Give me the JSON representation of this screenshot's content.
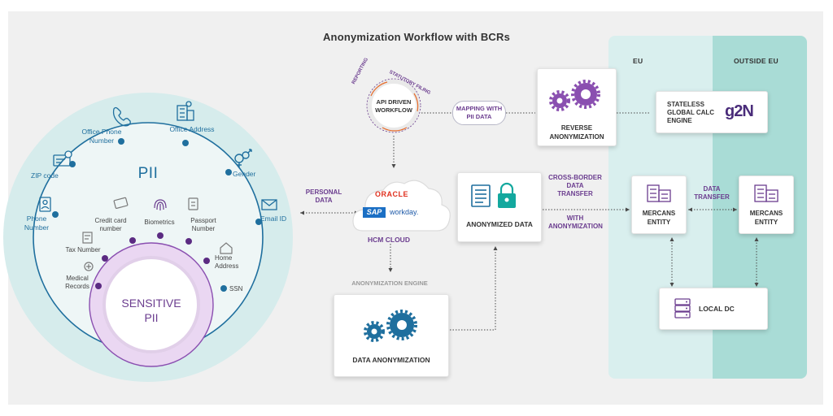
{
  "title": "Anonymization Workflow with BCRs",
  "regions": {
    "eu": "EU",
    "outside_eu": "OUTSIDE EU"
  },
  "pii": {
    "title": "PII",
    "items": {
      "office_phone": "Office Phone Number",
      "office_address": "Office Address",
      "zip_code": "ZIP code",
      "gender": "Gender",
      "phone_number": "Phone Number",
      "email_id": "Email ID"
    }
  },
  "sensitive_pii": {
    "title": "SENSITIVE PII",
    "items": {
      "credit_card": "Credit card number",
      "biometrics": "Biometrics",
      "passport": "Passport Number",
      "tax_number": "Tax Number",
      "home_address": "Home Address",
      "medical_records": "Medical Records",
      "ssn": "SSN"
    }
  },
  "api_workflow": {
    "label": "API DRIVEN WORKFLOW",
    "ring_reporting": "REPORTING",
    "ring_statutory": "STATUTORY FILING"
  },
  "mapping_pill": "MAPPING WITH PII DATA",
  "reverse_anonymization": "REVERSE ANONYMIZATION",
  "stateless": {
    "label": "STATELESS GLOBAL CALC ENGINE",
    "logo": "g2N"
  },
  "personal_data": "PERSONAL DATA",
  "hcm_cloud": {
    "label": "HCM CLOUD",
    "oracle": "ORACLE",
    "sap": "SAP",
    "workday": "workday."
  },
  "anonymized_data": "ANONYMIZED DATA",
  "cross_border": "CROSS-BORDER DATA TRANSFER",
  "with_anonymization": "WITH ANONYMIZATION",
  "mercans_eu": "MERCANS ENTITY",
  "data_transfer": "DATA TRANSFER",
  "mercans_outside": "MERCANS ENTITY",
  "local_dc": "LOCAL DC",
  "anonymization_engine": "ANONYMIZATION ENGINE",
  "data_anonymization": "DATA ANONYMIZATION",
  "colors": {
    "purple": "#6b3d8f",
    "teal": "#1f6f9e",
    "eu_panel": "#d9efee",
    "outside_eu_panel": "#a9dcd6",
    "circle_fill": "#d6ecec"
  }
}
